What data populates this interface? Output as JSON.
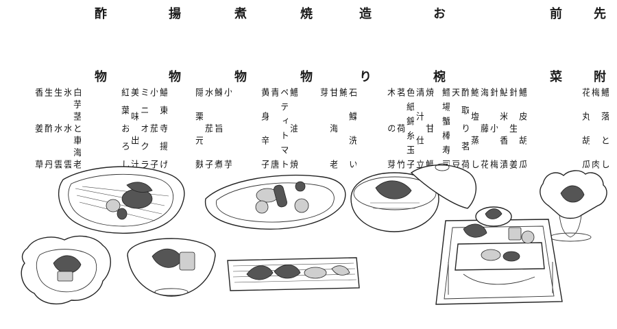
{
  "sections": [
    {
      "heading": "先附",
      "items": [
        "鱧落とし",
        "梅肉",
        "花丸胡瓜"
      ]
    },
    {
      "heading": "前菜",
      "items": [
        "鱧皮胡瓜",
        "針生姜",
        "鮎米香漬",
        "針小梅",
        "海藤花",
        "鮑塩蒸し",
        "酢取り茗荷",
        "天豆",
        "鱈場蟹棒寿司"
      ]
    },
    {
      "heading": "お椀",
      "items": [
        "焼甘鯛",
        "清汁仕立",
        "色紙錦糸玉子",
        "茗荷竹",
        "木の芽"
      ]
    },
    {
      "heading": "造り",
      "items": [
        "石鰈洗い",
        "鮪",
        "甘海老",
        "芽"
      ]
    },
    {
      "heading": "焼物",
      "items": [
        "鱧油焼",
        "ペティトマト",
        "青唐",
        "黄身辛子"
      ]
    },
    {
      "heading": "煮物",
      "items": [
        "小芋",
        "鰊旨煮",
        "水茄子",
        "隠栗元麩"
      ]
    },
    {
      "heading": "揚物",
      "items": [
        "鱚東寺揚げ",
        "小茄子",
        "ミニオクラ",
        "美味出汁",
        "紅葉おろし"
      ]
    },
    {
      "heading": "酢物",
      "items": [
        "白芋茎と車海老",
        "氷水雲",
        "生水雲",
        "生酢丹",
        "香姜草"
      ]
    }
  ]
}
